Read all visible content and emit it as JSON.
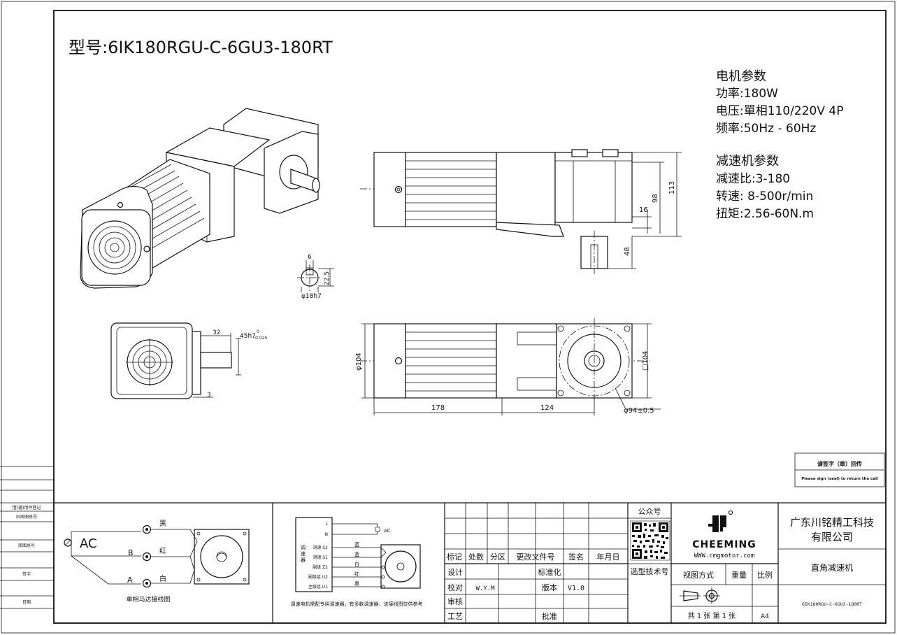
{
  "model_title": "型号:6IK180RGU-C-6GU3-180RT",
  "motor_params": {
    "heading": "电机参数",
    "lines": [
      "功率:180W",
      "电压:單相110/220V 4P",
      "频率:50Hz - 60Hz"
    ]
  },
  "reducer_params": {
    "heading": "减速机参数",
    "lines": [
      "减速比:3-180",
      "转速: 8-500r/min",
      "扭矩:2.56-60N.m"
    ]
  },
  "dims": {
    "d6": "6",
    "d22_5": "22.5",
    "shaft_dia": "φ18h7",
    "d32": "32",
    "d45h7": "45h7",
    "tol_upper": "0",
    "tol_lower": "-0.025",
    "d3": "3",
    "d113": "113",
    "d98": "98",
    "d16": "16",
    "d48": "48",
    "d104": "φ104",
    "sq104": "□104",
    "d178": "178",
    "d124": "124",
    "d94": "φ94±0.5"
  },
  "left_strip": [
    "借(通)用件登记",
    "旧底图总号",
    "底图总号",
    "签字",
    "日期"
  ],
  "return_note": {
    "line1": "请签字（章）回传",
    "line2": "Please sign (seal) to return the call"
  },
  "wiring_left": {
    "ac": "AC",
    "black": "黑",
    "red": "红",
    "white": "白",
    "b": "B",
    "a": "A",
    "caption": "单相马达接线图"
  },
  "wiring_mid": {
    "controller": [
      "调",
      "速",
      "器"
    ],
    "terms": [
      {
        "label": "L",
        "wire": ""
      },
      {
        "label": "N",
        "wire": ""
      },
      {
        "label": "测速 S2",
        "wire": "蓝"
      },
      {
        "label": "测速 S1",
        "wire": "蓝"
      },
      {
        "label": "副级 Z2",
        "wire": "白"
      },
      {
        "label": "副级组 U2",
        "wire": "红"
      },
      {
        "label": "主级组 U1",
        "wire": "黑"
      }
    ],
    "ac": "AC",
    "caption": "调速电机需配专用调速器，有多款调速器，该接线图仅供参考"
  },
  "titleblock": {
    "labels": [
      "标记",
      "处数",
      "分区",
      "更改文件号",
      "签名",
      "年月日"
    ],
    "design": "设计",
    "standard": "标准化",
    "check": "校对",
    "checker": "W.Y.M",
    "version_label": "版本",
    "version": "V1.0",
    "review": "审核",
    "process": "工艺",
    "approve": "批准",
    "wechat": "公众号",
    "selection": "选型技术号",
    "brand": "CHEEMING",
    "website": "WWW.cmgmotor.com",
    "view_mode": "视图方式",
    "weight": "重量",
    "scale": "比例",
    "sheets": "共 1 张 第 1 张",
    "paper": "A4",
    "company_line1": "广东川铭精工科技",
    "company_line2": "有限公司",
    "product": "直角减速机",
    "model_small": "6IK180RGU-C-6GU3-180RT"
  }
}
